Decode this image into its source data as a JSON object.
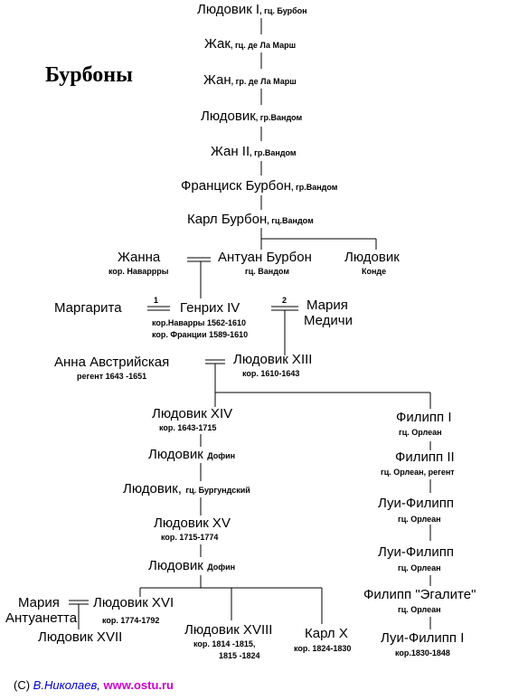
{
  "title": "Бурбоны",
  "persons": {
    "ludovic1": {
      "name": "Людовик I",
      "title": ", гц. Бурбон"
    },
    "jacques": {
      "name": "Жак",
      "title": ", гц. де Ла Марш"
    },
    "jean": {
      "name": "Жан",
      "title": ", гр. де Ла Марш"
    },
    "ludovic_vendome": {
      "name": "Людовик",
      "title": ", гр.Вандом"
    },
    "jean2": {
      "name": "Жан II",
      "title": ", гр.Вандом"
    },
    "francois": {
      "name": "Франциск Бурбон",
      "title": ", гр.Вандом"
    },
    "charles": {
      "name": "Карл Бурбон",
      "title": ", гц.Вандом"
    },
    "jeanne": {
      "name": "Жанна",
      "title": "кор. Наваррры"
    },
    "antoine": {
      "name": "Антуан Бурбон",
      "title": "гц. Вандом"
    },
    "ludovic_conde": {
      "name": "Людовик",
      "title": "Конде"
    },
    "marguerite": {
      "name": "Маргарита"
    },
    "henri4": {
      "name": "Генрих IV",
      "title1": "кор.Наварры   1562-1610",
      "title2": "кор. Франции  1589-1610"
    },
    "marie": {
      "name1": "Мария",
      "name2": "Медичи"
    },
    "anne": {
      "name": "Анна Австрийская",
      "title": "регент 1643 -1651"
    },
    "louis13": {
      "name": "Людовик XIII",
      "title": "кор. 1610-1643"
    },
    "louis14": {
      "name": "Людовик XIV",
      "title": "кор. 1643-1715"
    },
    "dauphin1": {
      "name": "Людовик",
      "title": "Дофин"
    },
    "bourgogne": {
      "name": "Людовик,",
      "title": "гц. Бургундский"
    },
    "louis15": {
      "name": "Людовик XV",
      "title": "кор. 1715-1774"
    },
    "dauphin2": {
      "name": "Людовик",
      "title": "Дофин"
    },
    "antoinette": {
      "name1": "Мария",
      "name2": "Антуанетта"
    },
    "louis16": {
      "name": "Людовик XVI",
      "title": "кор. 1774-1792"
    },
    "louis17": {
      "name": "Людовик XVII"
    },
    "louis18": {
      "name": "Людовик XVIII",
      "title1": "кор. 1814  -1815,",
      "title2": "1815 -1824"
    },
    "charles10": {
      "name": "Карл X",
      "title": "кор. 1824-1830"
    },
    "philippe1": {
      "name": "Филипп I",
      "title": "гц. Орлеан"
    },
    "philippe2": {
      "name": "Филипп II",
      "title": "гц. Орлеан, регент"
    },
    "louis_philippe_a": {
      "name": "Луи-Филипп",
      "title": "гц. Орлеан"
    },
    "louis_philippe_b": {
      "name": "Луи-Филипп",
      "title": "гц. Орлеан"
    },
    "egalite": {
      "name": "Филипп \"Эгалите\"",
      "title": "гц. Орлеан"
    },
    "louis_philippe1": {
      "name": "Луи-Филипп I",
      "title": "кор.1830-1848"
    }
  },
  "marriage_labels": {
    "first": "1",
    "second": "2"
  },
  "footer": {
    "copyright": "(С)",
    "author": "В.Николаев,",
    "site": "www.ostu.ru"
  },
  "colors": {
    "author": "#0000cc",
    "site": "#cc00cc"
  }
}
